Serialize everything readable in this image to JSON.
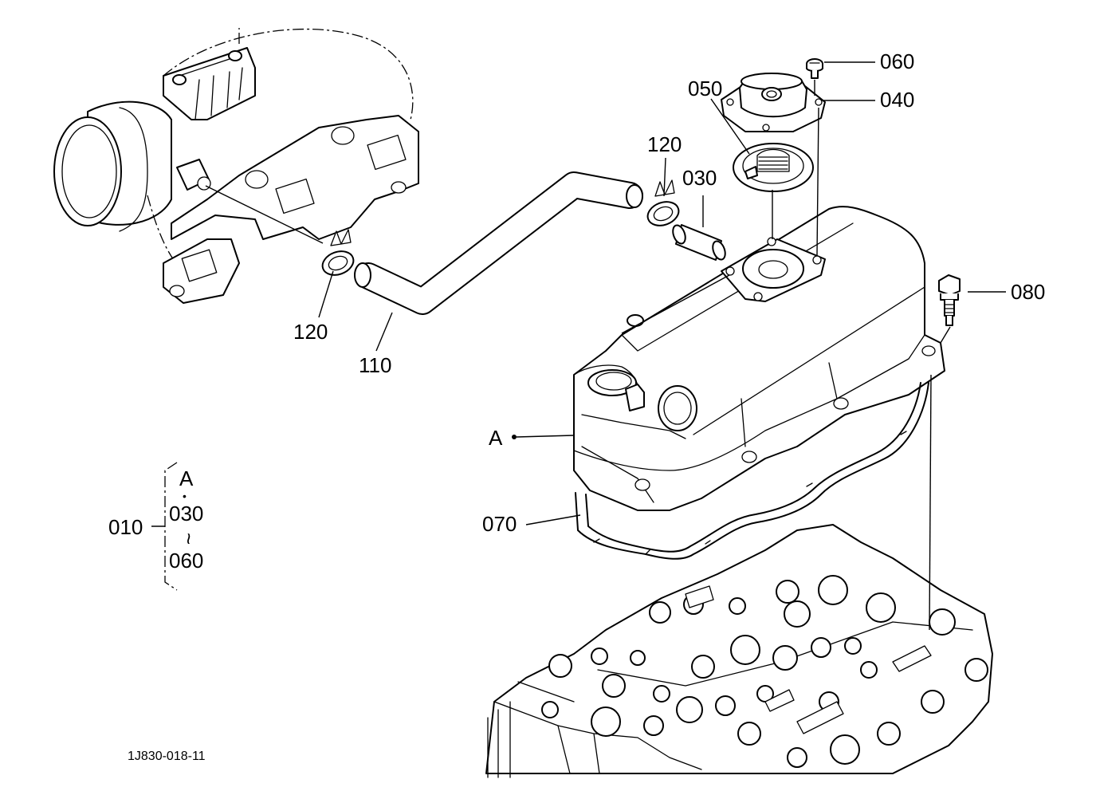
{
  "callouts": {
    "c060": "060",
    "c040": "040",
    "c050": "050",
    "c030": "030",
    "c120_top": "120",
    "c120_bottom": "120",
    "c110": "110",
    "c080": "080",
    "cA": "A",
    "c070": "070"
  },
  "kit_bracket": {
    "assembly": "010",
    "item_a": "A",
    "dot": "•",
    "from": "030",
    "range_mark": "~",
    "to": "060"
  },
  "drawing_code": "1J830-018-11"
}
